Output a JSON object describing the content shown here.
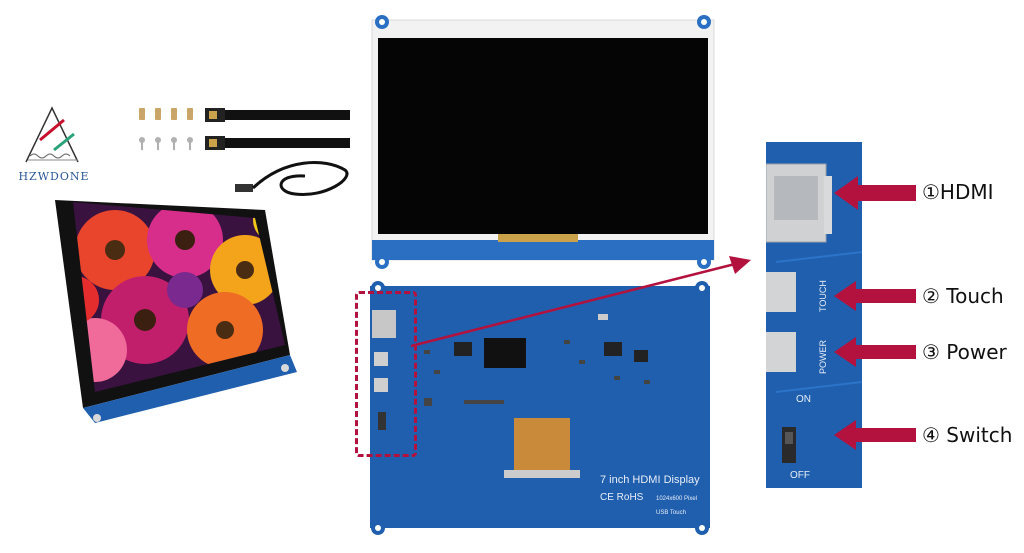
{
  "brand": {
    "name": "HZWDONE"
  },
  "board": {
    "model_label": "7 inch HDMI Display",
    "cert_label": "CE RoHS",
    "resolution_label": "1024x600 Pixel",
    "usb_label": "USB Touch",
    "touch_silk": "TOUCH",
    "power_silk": "POWER",
    "on_silk": "ON",
    "off_silk": "OFF"
  },
  "callouts": [
    {
      "label": "①HDMI"
    },
    {
      "label": "② Touch"
    },
    {
      "label": "③ Power"
    },
    {
      "label": "④ Switch"
    }
  ],
  "colors": {
    "pcb_blue": "#1f5fae",
    "arrow_red": "#b3123f",
    "dash_red": "#b3123f",
    "screen_black": "#050505"
  }
}
